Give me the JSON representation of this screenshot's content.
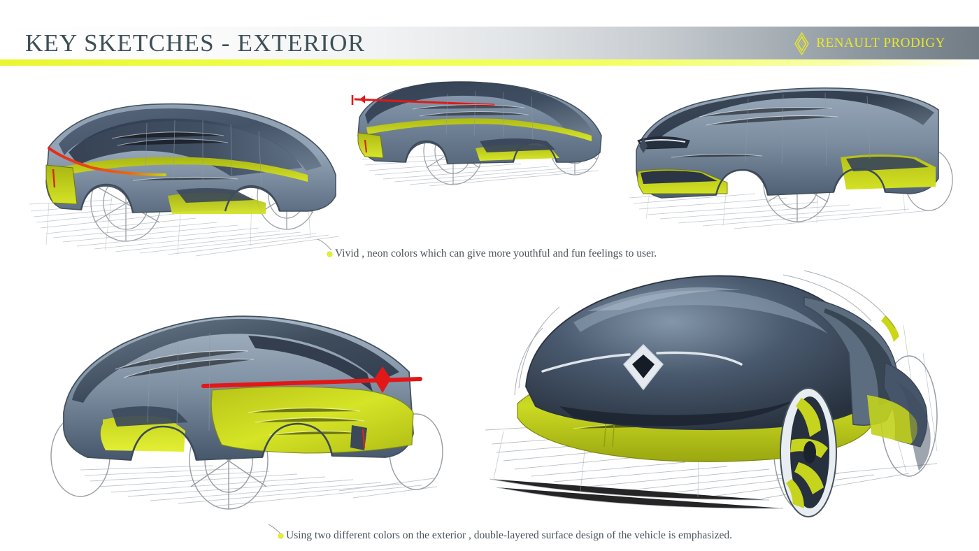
{
  "slide": {
    "title": "KEY SKETCHES - EXTERIOR",
    "background_color": "#ffffff"
  },
  "header": {
    "band_gradient_from": "#ffffff",
    "band_gradient_to": "#717c85",
    "title_color": "#3e4f57",
    "rule_color": "#eeff49"
  },
  "brand": {
    "name": "RENAULT PRODIGY",
    "logo_icon": "renault-diamond-icon",
    "color": "#e9e927"
  },
  "captions": [
    {
      "id": "caption-neon-colors",
      "text": "Vivid , neon colors which can give more youthful and fun feelings to user.",
      "bullet_color": "#e3f031"
    },
    {
      "id": "caption-two-colors",
      "text": "Using two different colors on the exterior , double-layered surface design of the vehicle is emphasized.",
      "bullet_color": "#e3f031"
    }
  ],
  "palette": {
    "body_light": "#97a6b5",
    "body_mid": "#6d7f93",
    "body_dark": "#3d4b5e",
    "glass_dark": "#2b3647",
    "accent_lime": "#c8d417",
    "accent_lime_bright": "#d9e82a",
    "accent_red": "#e01a1a",
    "pencil": "#9aa0a6",
    "pencil_dark": "#6b7075"
  },
  "sketches": [
    {
      "id": "sketch-rear-three-quarter-left",
      "view": "rear three-quarter",
      "description": "Hatchback rear 3/4 view with slate body, dark glasshouse, lime lower graphic and red tail-light line"
    },
    {
      "id": "sketch-rear-three-quarter-low",
      "view": "rear three-quarter low",
      "description": "Low flat rear 3/4 view with red horizontal arrow line and lime rocker"
    },
    {
      "id": "sketch-front-three-quarter",
      "view": "front three-quarter",
      "description": "Front 3/4 view with slim headlamp, lime lower intake and spoked wheel"
    },
    {
      "id": "sketch-rear-three-quarter-tall",
      "view": "rear three-quarter tall",
      "description": "Tall rear 3/4 with large lime rear quarter panel and red shoulder arrow"
    },
    {
      "id": "sketch-front-view",
      "view": "front",
      "description": "Frontal hero view with Renault diamond badge, navy upper body, lime lower skirt and lime/navy wheel"
    }
  ]
}
